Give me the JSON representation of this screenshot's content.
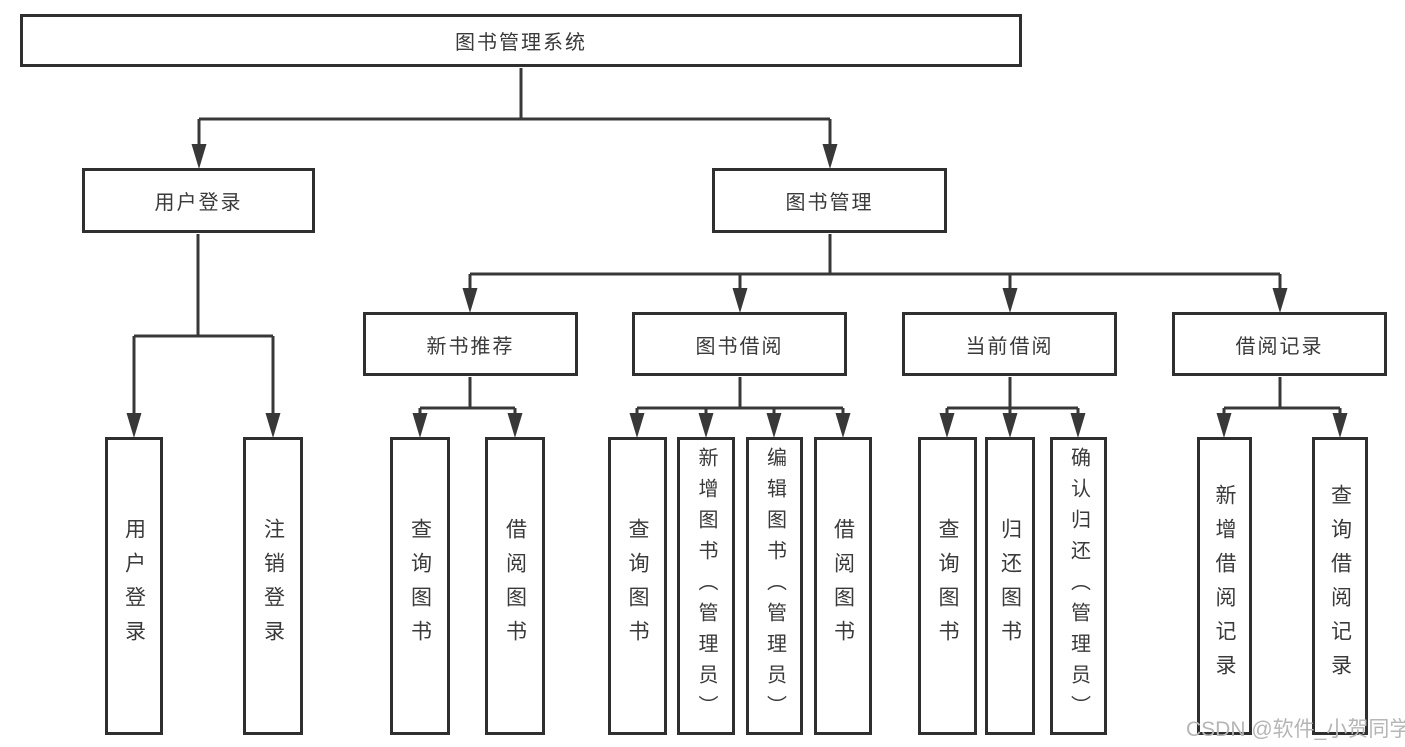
{
  "colors": {
    "line": "#383838",
    "box_border": "#2f2f2f",
    "text": "#3a3a3a",
    "watermark": "#b6b6b6",
    "background": "#ffffff"
  },
  "tree": {
    "label": "图书管理系统",
    "children": [
      {
        "label": "用户登录",
        "children": [
          {
            "label": "用户登录"
          },
          {
            "label": "注销登录"
          }
        ]
      },
      {
        "label": "图书管理",
        "children": [
          {
            "label": "新书推荐",
            "children": [
              {
                "label": "查询图书"
              },
              {
                "label": "借阅图书"
              }
            ]
          },
          {
            "label": "图书借阅",
            "children": [
              {
                "label": "查询图书"
              },
              {
                "label": "新增图书（管理员）"
              },
              {
                "label": "编辑图书（管理员）"
              },
              {
                "label": "借阅图书"
              }
            ]
          },
          {
            "label": "当前借阅",
            "children": [
              {
                "label": "查询图书"
              },
              {
                "label": "归还图书"
              },
              {
                "label": "确认归还（管理员）"
              }
            ]
          },
          {
            "label": "借阅记录",
            "children": [
              {
                "label": "新增借阅记录"
              },
              {
                "label": "查询借阅记录"
              }
            ]
          }
        ]
      }
    ]
  },
  "watermark": {
    "text": "CSDN @软件_小贺同学"
  }
}
